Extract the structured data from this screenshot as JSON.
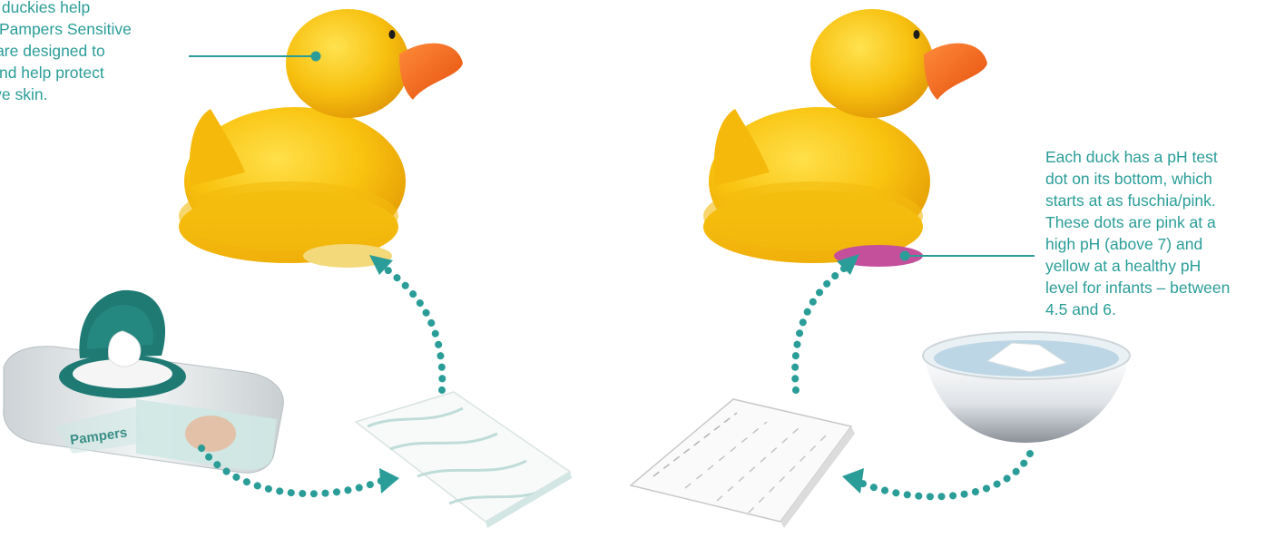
{
  "captions": {
    "left": {
      "lines": [
        "bber duckies help",
        "how Pampers Sensitive",
        "bes are designed to",
        "pH and help protect",
        "nsitive skin."
      ]
    },
    "right": {
      "lines": [
        "Each duck has a pH test",
        "dot on its bottom, which",
        "starts at as fuschia/pink.",
        "These dots are pink at a",
        "high pH (above 7) and",
        "yellow at a healthy pH",
        "level for infants – between",
        "4.5 and 6."
      ]
    }
  },
  "product": {
    "brand": "Pampers"
  },
  "colors": {
    "accent_teal": "#2a9d98",
    "duck_yellow": "#f9c80e",
    "dot_healthy": "#f3d97a",
    "dot_pink": "#c4509c",
    "beak_orange": "#f0631c",
    "pack_teal": "#1f7a74"
  },
  "icons": {
    "left_duck": "rubber-duck-icon",
    "right_duck": "rubber-duck-icon",
    "wipes_pack": "wipes-package-icon",
    "left_wipe": "wipe-sheet-icon",
    "right_cloth": "cloth-sheet-icon",
    "bowl": "water-bowl-icon"
  }
}
